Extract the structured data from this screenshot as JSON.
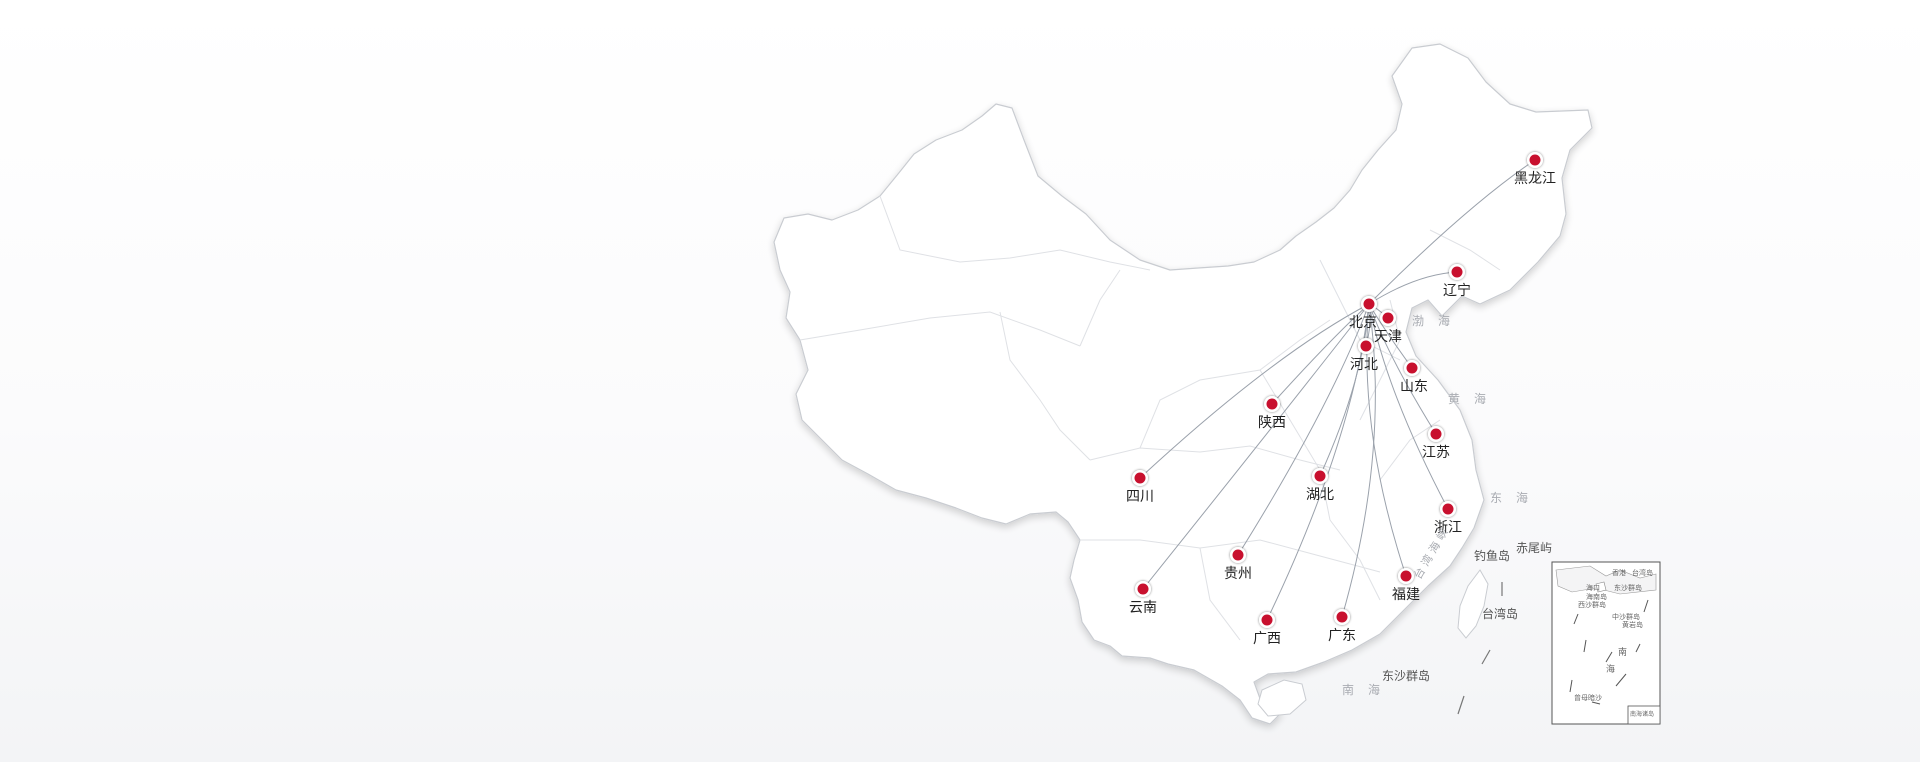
{
  "map": {
    "origin": "北京",
    "accent_color": "#c8102e",
    "cities": [
      {
        "name": "黑龙江"
      },
      {
        "name": "辽宁"
      },
      {
        "name": "北京"
      },
      {
        "name": "天津"
      },
      {
        "name": "河北"
      },
      {
        "name": "山东"
      },
      {
        "name": "陕西"
      },
      {
        "name": "江苏"
      },
      {
        "name": "四川"
      },
      {
        "name": "湖北"
      },
      {
        "name": "浙江"
      },
      {
        "name": "贵州"
      },
      {
        "name": "福建"
      },
      {
        "name": "云南"
      },
      {
        "name": "广西"
      },
      {
        "name": "广东"
      }
    ],
    "seas": [
      {
        "name": "渤海"
      },
      {
        "name": "黄海"
      },
      {
        "name": "东海"
      },
      {
        "name": "台湾海峡"
      },
      {
        "name": "南海"
      }
    ],
    "islands": [
      {
        "name": "钓鱼岛"
      },
      {
        "name": "赤尾屿"
      },
      {
        "name": "台湾岛"
      },
      {
        "name": "东沙群岛"
      }
    ],
    "inset": {
      "labels": [
        "海口",
        "海南岛",
        "西沙群岛",
        "东沙群岛",
        "中沙群岛",
        "黄岩岛",
        "南",
        "海",
        "曾母暗沙",
        "香港",
        "台湾岛",
        "南海诸岛"
      ]
    }
  }
}
